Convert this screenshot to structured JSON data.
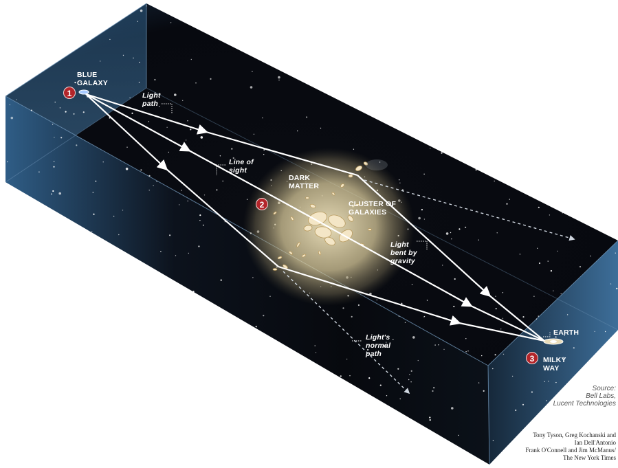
{
  "markers": [
    {
      "number": "1",
      "label": "BLUE\nGALAXY"
    },
    {
      "number": "2",
      "label": "DARK\nMATTER"
    },
    {
      "number": "3",
      "label": "MILKY\nWAY"
    }
  ],
  "labels": {
    "light_path": "Light\npath",
    "line_of_sight": "Line of\nsight",
    "cluster": "CLUSTER OF\nGALAXIES",
    "light_bent": "Light\nbent by\ngravity",
    "normal_path": "Light's\nnormal\npath",
    "earth": "EARTH"
  },
  "source": {
    "heading": "Source:",
    "line1": "Bell Labs,",
    "line2": "Lucent Technologies"
  },
  "credits": [
    "Tony Tyson, Greg Kochanski and",
    "Ian Dell'Antonio",
    "Frank O'Connell and Jim McManus/",
    "The New York Times"
  ],
  "colors": {
    "space_dark": "#05070d",
    "glass_blue": "#3a6a96",
    "badge_red": "#b3252a",
    "glow": "#e8ddb0"
  }
}
